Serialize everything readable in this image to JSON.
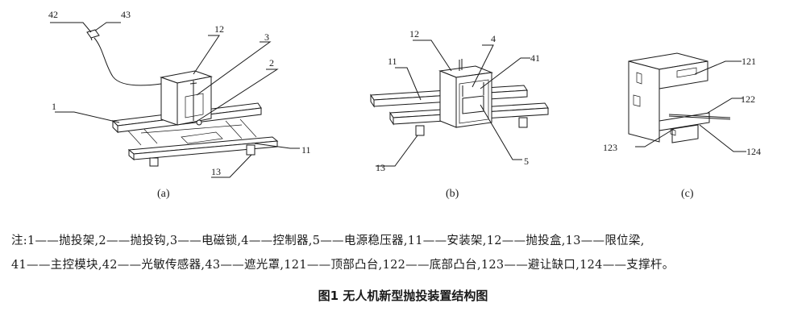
{
  "figure": {
    "panel_a": {
      "subcaption": "(a)",
      "labels": {
        "l42": "42",
        "l43": "43",
        "l12": "12",
        "l3": "3",
        "l2": "2",
        "l1": "1",
        "l11": "11",
        "l13": "13"
      }
    },
    "panel_b": {
      "subcaption": "(b)",
      "labels": {
        "l12": "12",
        "l4": "4",
        "l11": "11",
        "l41": "41",
        "l13": "13",
        "l5": "5"
      }
    },
    "panel_c": {
      "subcaption": "(c)",
      "labels": {
        "l121": "121",
        "l122": "122",
        "l123": "123",
        "l124": "124"
      }
    }
  },
  "notes": {
    "line1": "注:1——抛投架,2——抛投钩,3——电磁锁,4——控制器,5——电源稳压器,11——安装架,12——抛投盒,13——限位梁,",
    "line2": "41——主控模块,42——光敏传感器,43——遮光罩,121——顶部凸台,122——底部凸台,123——避让缺口,124——支撑杆。"
  },
  "caption": "图1   无人机新型抛投装置结构图"
}
